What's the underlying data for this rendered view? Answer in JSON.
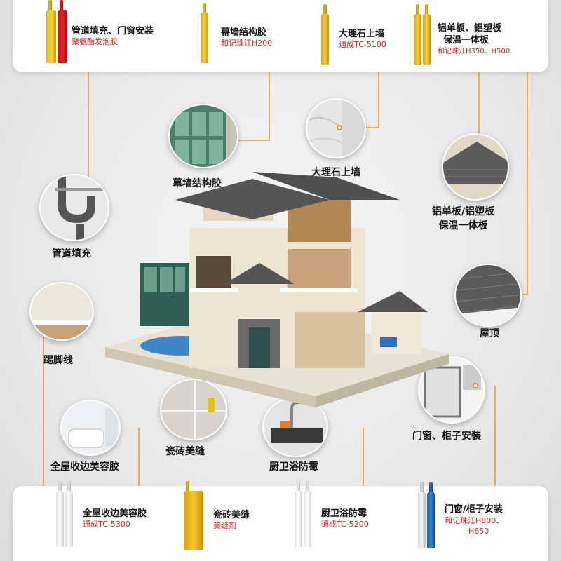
{
  "top_products": [
    {
      "name": "管道填充、门窗安装",
      "code": "聚氨酯发泡胶"
    },
    {
      "name": "幕墙结构胶",
      "code": "和记珠江H200"
    },
    {
      "name": "大理石上墙",
      "code": "通成TC-5100"
    },
    {
      "name": "铝单板、铝塑板",
      "name2": "保温一体板",
      "code": "和记珠江H350、H500"
    }
  ],
  "bottom_products": [
    {
      "name": "全屋收边美容胶",
      "code": "通成TC-5300"
    },
    {
      "name": "瓷砖美缝",
      "code": "美缝剂"
    },
    {
      "name": "厨卫浴防霉",
      "code": "通成TC-5200"
    },
    {
      "name": "门窗/柜子安装",
      "code": "和记珠江H800、",
      "code2": "H650"
    }
  ],
  "callouts": {
    "curtain_wall": "幕墙结构胶",
    "marble": "大理石上墙",
    "pipe": "管道填充",
    "aluminum_line1": "铝单板/铝塑板",
    "aluminum_line2": "保温一体板",
    "roof": "屋顶",
    "skirting": "踢脚线",
    "door_cabinet": "门窗、柜子安装",
    "edge_sealant": "全屋收边美容胶",
    "tile_grout": "瓷砖美缝",
    "kitchen_bath": "厨卫浴防霉"
  },
  "colors": {
    "accent_line": "#e89a2a",
    "code_red": "#e8141b"
  }
}
